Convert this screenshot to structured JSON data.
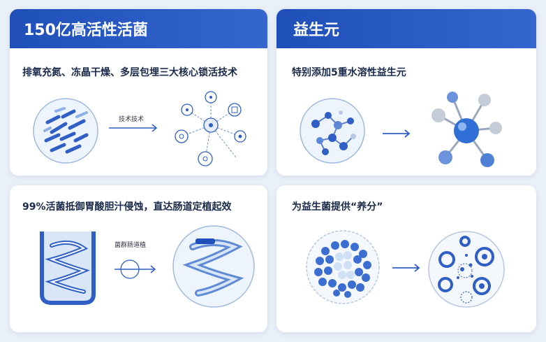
{
  "cards": [
    {
      "title": "150亿高活性活菌",
      "subtitle": "排氧充氮、冻晶干燥、多层包埋三大核心锁活技术",
      "arrow_label": "技术技术"
    },
    {
      "title": "益生元",
      "subtitle": "特别添加5重水溶性益生元"
    },
    {
      "title": "",
      "subtitle": "99%活菌抵御胃酸胆汁侵蚀，直达肠道定植起效",
      "arrow_label": "菌群肠道植"
    },
    {
      "title": "",
      "subtitle": "为益生菌提供“养分”"
    }
  ],
  "colors": {
    "header_blue": "#1f4fb8",
    "accent_blue": "#3566d0",
    "light_blue": "#cfe0f7",
    "page_bg": "#eaf0f8"
  }
}
